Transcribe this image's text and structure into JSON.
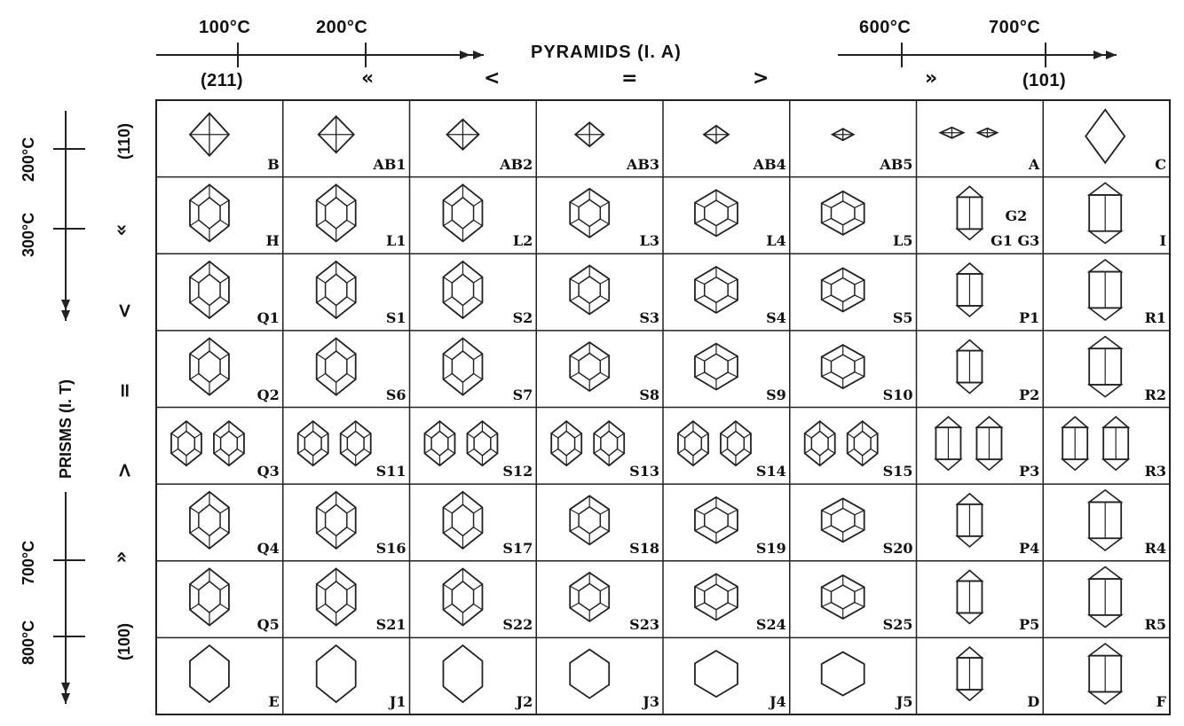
{
  "top_axis": {
    "temps": [
      "100°C",
      "200°C",
      "600°C",
      "700°C"
    ],
    "title": "PYRAMIDS (I. A)",
    "miller_left": "(211)",
    "miller_right": "(101)",
    "symbols": [
      "«",
      "<",
      "=",
      ">",
      "»"
    ]
  },
  "left_axis": {
    "temps": [
      "200°C",
      "300°C",
      "700°C",
      "800°C"
    ],
    "title": "PRISMS (I. T)",
    "miller_top": "(110)",
    "miller_bottom": "(100)",
    "symbols": [
      "«",
      "<",
      "=",
      ">",
      "»"
    ]
  },
  "grid": {
    "rows": [
      [
        "B",
        "AB1",
        "AB2",
        "AB3",
        "AB4",
        "AB5",
        "A",
        "C"
      ],
      [
        "H",
        "L1",
        "L2",
        "L3",
        "L4",
        "L5",
        "G1 G3",
        "I"
      ],
      [
        "Q1",
        "S1",
        "S2",
        "S3",
        "S4",
        "S5",
        "P1",
        "R1"
      ],
      [
        "Q2",
        "S6",
        "S7",
        "S8",
        "S9",
        "S10",
        "P2",
        "R2"
      ],
      [
        "Q3",
        "S11",
        "S12",
        "S13",
        "S14",
        "S15",
        "P3",
        "R3"
      ],
      [
        "Q4",
        "S16",
        "S17",
        "S18",
        "S19",
        "S20",
        "P4",
        "R4"
      ],
      [
        "Q5",
        "S21",
        "S22",
        "S23",
        "S24",
        "S25",
        "P5",
        "R5"
      ],
      [
        "E",
        "J1",
        "J2",
        "J3",
        "J4",
        "J5",
        "D",
        "F"
      ]
    ],
    "extra_label": "G2"
  }
}
